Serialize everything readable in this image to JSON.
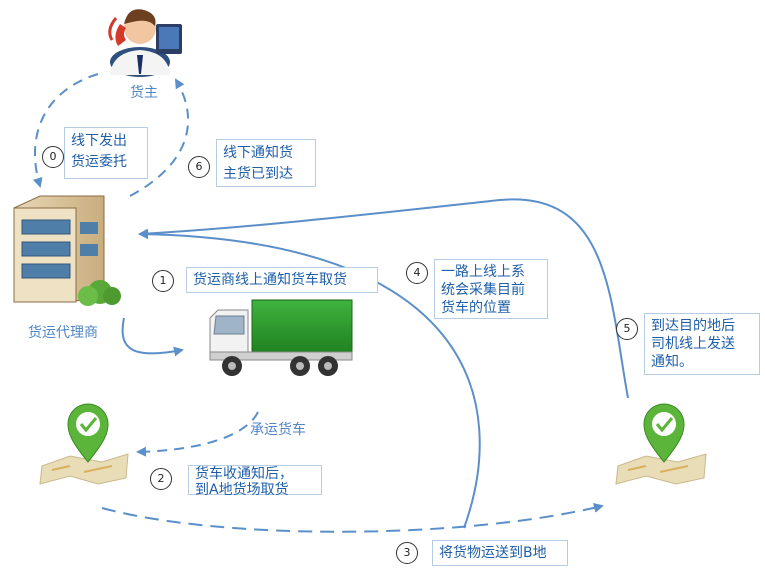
{
  "nodes": {
    "shipper": "货主",
    "agent": "货运代理商",
    "truck": "承运货车"
  },
  "steps": [
    {
      "num": "0",
      "text": "线下发出\n货运委托"
    },
    {
      "num": "1",
      "text": "货运商线上通知货车取货"
    },
    {
      "num": "2",
      "text": "货车收通知后，\n到A地货场取货"
    },
    {
      "num": "3",
      "text": "将货物运送到B地"
    },
    {
      "num": "4",
      "text": "一路上线上系\n统会采集目前\n货车的位置"
    },
    {
      "num": "5",
      "text": "到达目的地后\n司机线上发送\n通知。"
    },
    {
      "num": "6",
      "text": "线下通知货\n主货已到达"
    }
  ],
  "colors": {
    "arrow": "#5b8fc9",
    "label": "#4f86c6",
    "box_text": "#1f5fa8",
    "pin": "#5bb53a",
    "truck_cargo": "#2e9a2e"
  }
}
